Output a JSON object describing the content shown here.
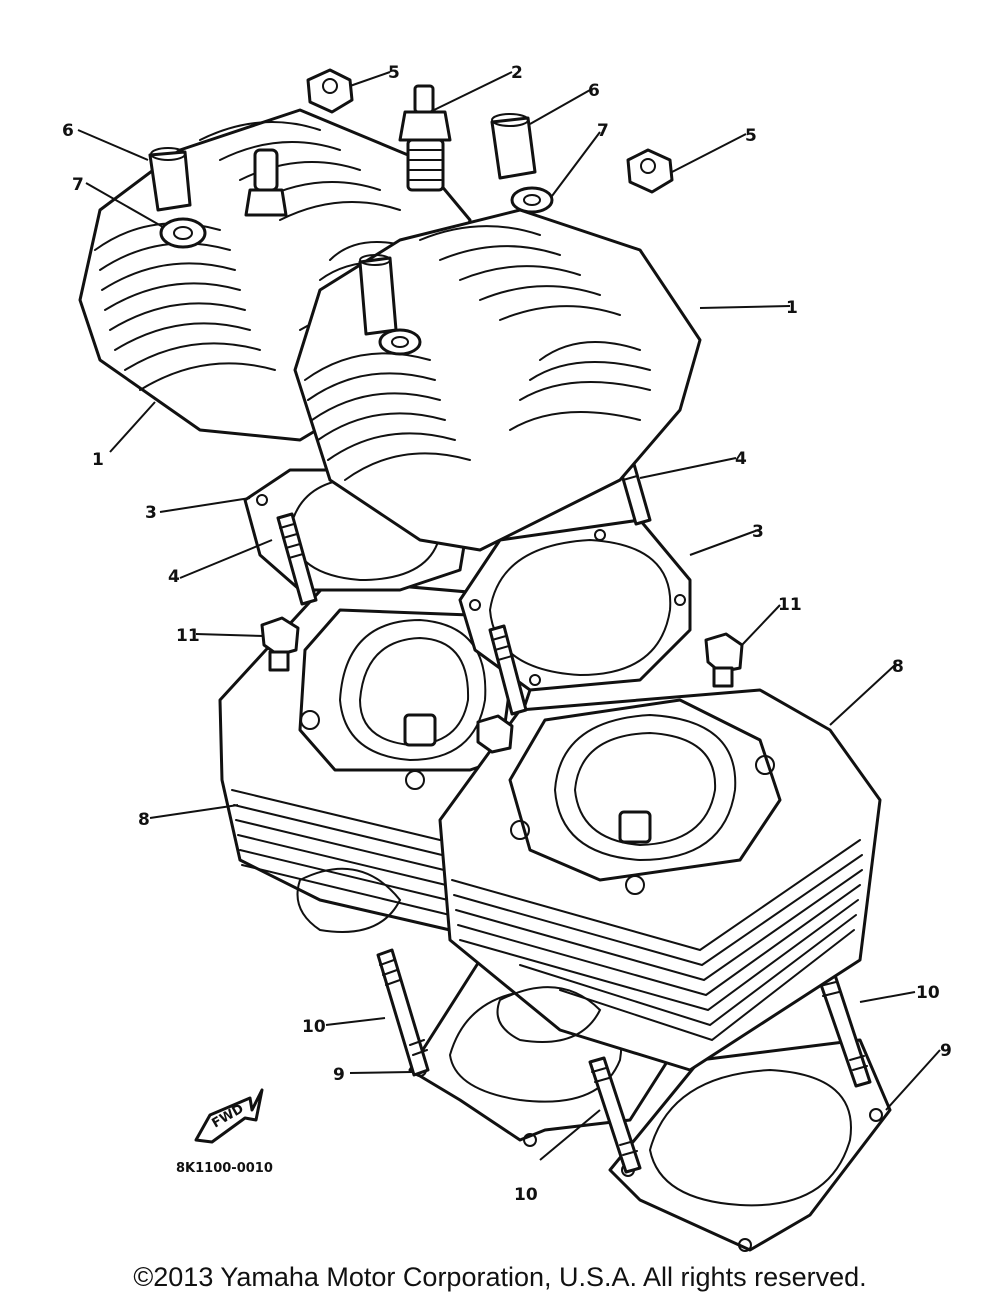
{
  "diagram": {
    "reference_code": "8K1100-0010",
    "direction_arrow_label": "FWD",
    "callouts": [
      "1",
      "1",
      "2",
      "3",
      "3",
      "4",
      "4",
      "5",
      "5",
      "6",
      "6",
      "7",
      "7",
      "8",
      "8",
      "9",
      "9",
      "10",
      "10",
      "10",
      "11",
      "11"
    ]
  },
  "footer": {
    "copyright": "©2013 Yamaha Motor Corporation, U.S.A. All rights reserved."
  }
}
